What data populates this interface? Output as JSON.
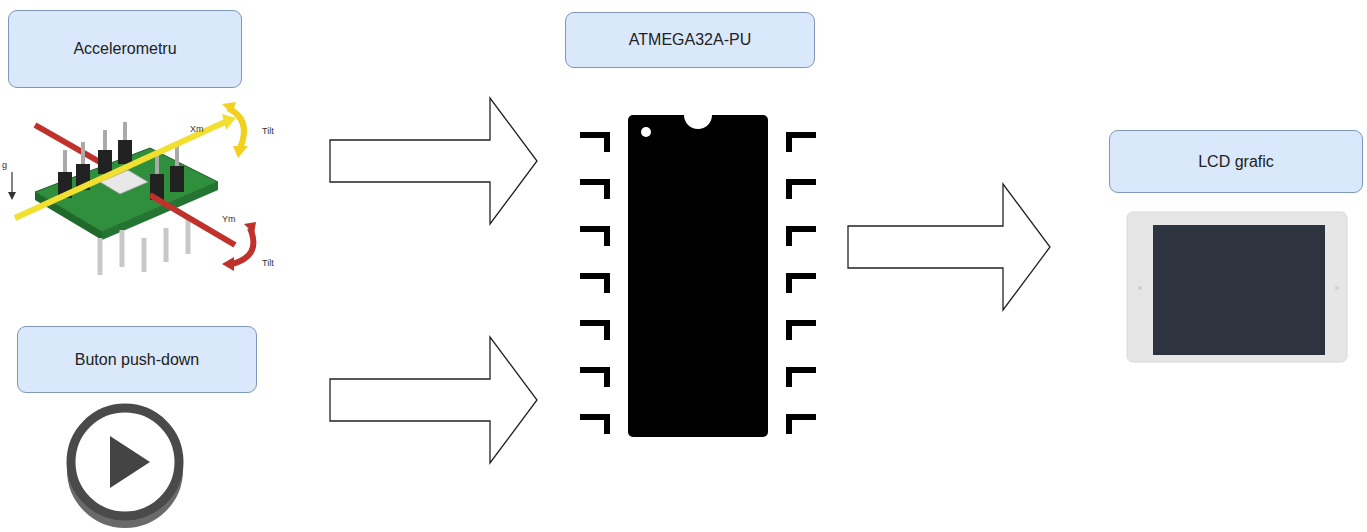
{
  "diagram": {
    "nodes": [
      {
        "text": [
          "Accelerometru"
        ]
      },
      {
        "text": [
          "Buton push-down"
        ]
      },
      {
        "text": [
          "ATMEGA32A-PU"
        ]
      },
      {
        "text": [
          "LCD grafic"
        ]
      }
    ],
    "edges": [
      {
        "from": 0,
        "to": 2,
        "arrow": "to"
      },
      {
        "from": 1,
        "to": 2,
        "arrow": "to"
      },
      {
        "from": 2,
        "to": 3,
        "arrow": "to"
      }
    ],
    "labels": [
      "g",
      "Xm",
      "Tilt",
      "Ym",
      "Tilt"
    ]
  }
}
